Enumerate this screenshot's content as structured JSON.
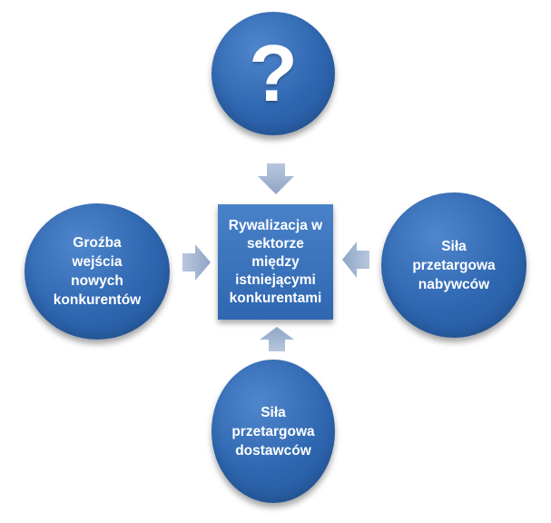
{
  "diagram": {
    "center": {
      "label": "Rywalizacja w\nsektorze\nmiędzy\nistniejącymi\nkonkurentami"
    },
    "top": {
      "label": "?"
    },
    "left": {
      "label": "Groźba\nwejścia\nnowych\nkonkurentów"
    },
    "right": {
      "label": "Siła\nprzetargowa\nnabywców"
    },
    "bottom": {
      "label": "Siła\nprzetargowa\ndostawców"
    }
  },
  "colors": {
    "circle": "#2e66b0",
    "box": "#2e66b0",
    "arrow": "#a6b8d3",
    "text": "#ffffff"
  },
  "icons": {
    "arrows": [
      "arrow-down-icon",
      "arrow-right-icon",
      "arrow-left-icon",
      "arrow-up-icon"
    ]
  }
}
